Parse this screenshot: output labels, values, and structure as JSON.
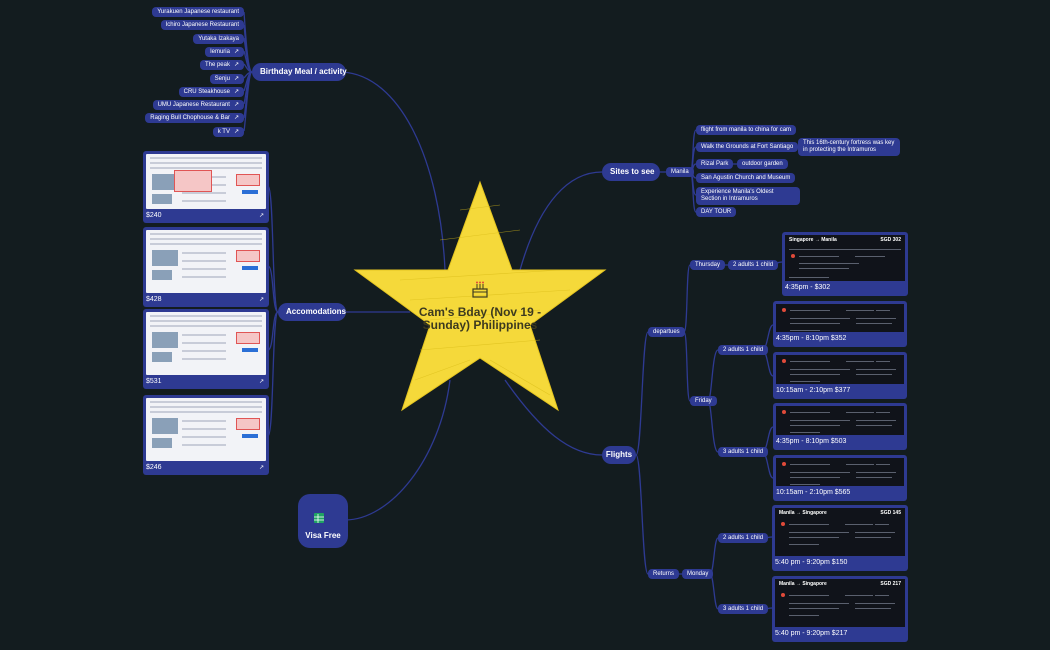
{
  "center": {
    "title": "Cam's Bday (Nov 19 - Sunday) Philippines",
    "icon": "birthday-cake-icon",
    "star_color": "#f5d93a"
  },
  "colors": {
    "background": "#131c1f",
    "node": "#2e3a92",
    "link": "#2e3a92"
  },
  "birthday": {
    "label": "Birthday Meal / activity",
    "items": [
      {
        "label": "Yurakuen Japanese restaurant",
        "link": false
      },
      {
        "label": "Ichiro Japanese Restaurant",
        "link": false
      },
      {
        "label": "Yutaka Izakaya",
        "link": false
      },
      {
        "label": "lemuria",
        "link": true
      },
      {
        "label": "The peak",
        "link": true
      },
      {
        "label": "Senju",
        "link": true
      },
      {
        "label": "CRU Steakhouse",
        "link": true
      },
      {
        "label": "UMU Japanese Restaurant",
        "link": true
      },
      {
        "label": "Raging Bull Chophouse & Bar",
        "link": true
      },
      {
        "label": "k TV",
        "link": true
      }
    ]
  },
  "accommodations": {
    "label": "Accomodations",
    "cards": [
      {
        "price": "$240"
      },
      {
        "price": "$428"
      },
      {
        "price": "$531"
      },
      {
        "price": "$246"
      }
    ]
  },
  "visa": {
    "label": "Visa Free",
    "icon": "google-sheets-icon"
  },
  "sites": {
    "label": "Sites to see",
    "city": "Manila",
    "items": [
      {
        "label": "flight from manila to china for cam"
      },
      {
        "label": "Walk the Grounds at Fort Santiago",
        "note": "This 16th-century fortress was key in protecting the Intramuros"
      },
      {
        "label": "Rizal Park",
        "note": "outdoor garden"
      },
      {
        "label": "San Agustin Church and Museum"
      },
      {
        "label": "Experience Manila's Oldest Section in Intramuros"
      },
      {
        "label": "DAY TOUR"
      }
    ]
  },
  "flights": {
    "label": "Flights",
    "departures": {
      "label": "departues",
      "thursday": {
        "label": "Thursday",
        "group": "2 adults 1 child",
        "card": {
          "route": "Singapore → Manila",
          "price_tag": "SGD 302",
          "time": "4:35pm - $302"
        }
      },
      "friday": {
        "label": "Friday",
        "groups": [
          {
            "label": "2 adults 1 child",
            "cards": [
              {
                "time": "4:35pm - 8:10pm  $352"
              },
              {
                "time": "10:15am - 2:10pm $377"
              }
            ]
          },
          {
            "label": "3 adults 1 child",
            "cards": [
              {
                "time": "4:35pm - 8:10pm  $503"
              },
              {
                "time": "10:15am - 2:10pm $565"
              }
            ]
          }
        ]
      }
    },
    "returns": {
      "label": "Returns",
      "monday": {
        "label": "Monday",
        "groups": [
          {
            "label": "2 adults 1 child",
            "card": {
              "route": "Manila → Singapore",
              "price_tag": "SGD 145",
              "time": "5:40 pm - 9:20pm $150"
            }
          },
          {
            "label": "3 adults 1 child",
            "card": {
              "route": "Manila → Singapore",
              "price_tag": "SGD 217",
              "time": "5:40 pm - 9:20pm $217"
            }
          }
        ]
      }
    }
  }
}
